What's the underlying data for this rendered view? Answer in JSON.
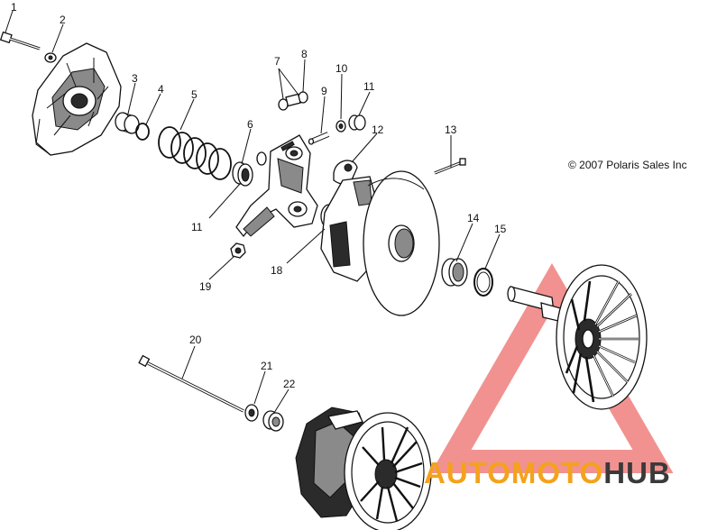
{
  "copyright": "© 2007 Polaris Sales Inc",
  "callouts": [
    "1",
    "2",
    "3",
    "4",
    "5",
    "6",
    "7",
    "8",
    "9",
    "10",
    "11",
    "11",
    "12",
    "13",
    "14",
    "15",
    "18",
    "19",
    "20",
    "21",
    "22"
  ],
  "watermark": {
    "part1": "AUTO",
    "part2": "MOTO",
    "part3": "HUB",
    "color_orange": "#f4a21b",
    "color_dark": "#3a3a3a",
    "color_red": "#e53935"
  }
}
